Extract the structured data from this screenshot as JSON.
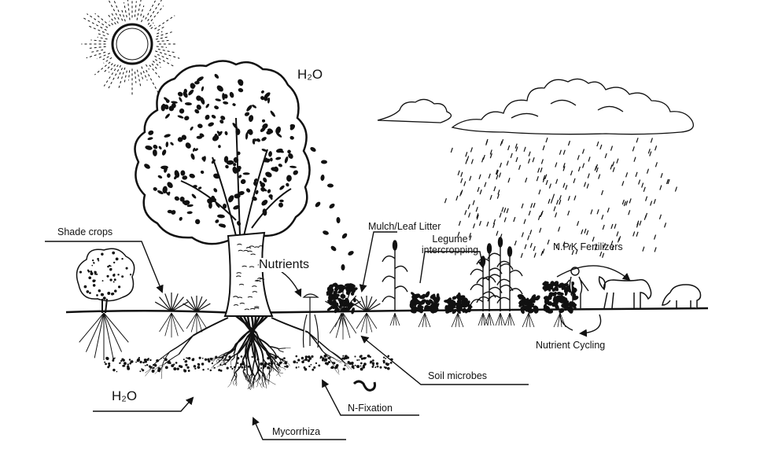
{
  "labels": {
    "h2o_sky": "H₂O",
    "h2o_soil": "H₂O",
    "shade_crops": "Shade crops",
    "mulch": "Mulch/Leaf Litter",
    "legume_line1": "Legume",
    "legume_line2": "intercropping",
    "npk": "N.P.K  Fertilizers",
    "nutrients": "Nutrients",
    "nutrient_cycling": "Nutrient Cycling",
    "soil_microbes": "Soil microbes",
    "n_fixation": "N-Fixation",
    "mycorrhiza": "Mycorrhiza"
  },
  "colors": {
    "ink": "#111111",
    "background": "#ffffff"
  }
}
